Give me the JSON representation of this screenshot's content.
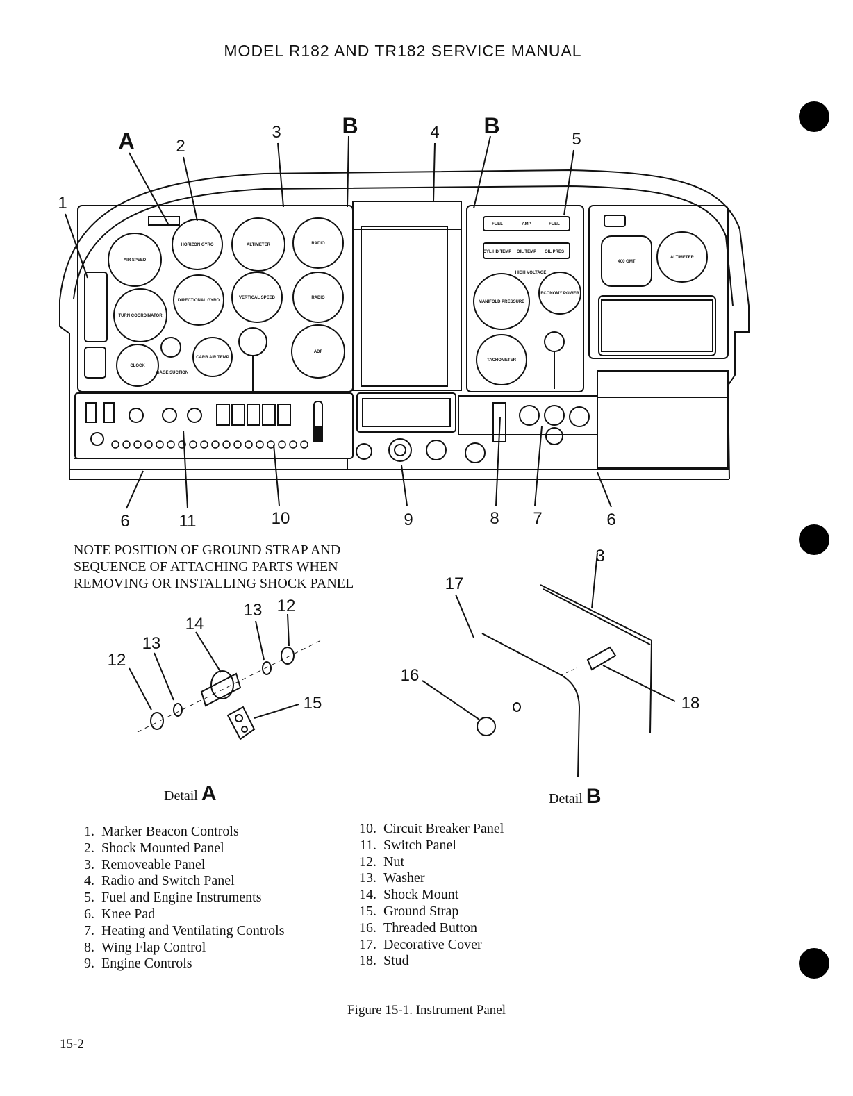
{
  "header": "MODEL R182 AND TR182 SERVICE MANUAL",
  "callouts": {
    "n1": "1",
    "n2": "2",
    "n3": "3",
    "n4": "4",
    "n5": "5",
    "n6a": "6",
    "n6b": "6",
    "n7": "7",
    "n8": "8",
    "n9": "9",
    "n10": "10",
    "n11": "11",
    "detail_a": "A",
    "detail_b_left": "B",
    "detail_b_right": "B"
  },
  "gauges": {
    "air_speed": "AIR SPEED",
    "horizon_gyro": "HORIZON GYRO",
    "altimeter_left": "ALTIMETER",
    "radio_1": "RADIO",
    "turn_coordinator": "TURN COORDINATOR",
    "directional_gyro": "DIRECTIONAL GYRO",
    "vertical_speed": "VERTICAL SPEED",
    "radio_2": "RADIO",
    "clock": "CLOCK",
    "gage_suction": "GAGE SUCTION",
    "carb_air_temp": "CARB AIR TEMP",
    "adf": "ADF",
    "fuel_left": "FUEL",
    "amp": "AMP",
    "fuel_right": "FUEL",
    "cyl_hd_temp": "CYL HD TEMP",
    "oil_temp": "OIL TEMP",
    "oil_press": "OIL PRES",
    "high_voltage": "HIGH VOLTAGE",
    "manifold_pressure": "MANIFOLD PRESSURE",
    "economy_power": "ECONOMY POWER",
    "tachometer": "TACHOMETER",
    "egt_400": "400 GMT",
    "altimeter_right": "ALTIMETER"
  },
  "note": [
    "NOTE POSITION OF GROUND STRAP AND",
    "SEQUENCE OF ATTACHING PARTS WHEN",
    "REMOVING OR INSTALLING SHOCK PANEL"
  ],
  "detail_a_callouts": {
    "n12a": "12",
    "n13a": "13",
    "n14": "14",
    "n13b": "13",
    "n12b": "12",
    "n15": "15"
  },
  "detail_b_callouts": {
    "n3": "3",
    "n17": "17",
    "n16": "16",
    "n18": "18"
  },
  "detail_a_label": {
    "prefix": "Detail",
    "letter": "A"
  },
  "detail_b_label": {
    "prefix": "Detail",
    "letter": "B"
  },
  "legend_left": [
    {
      "num": "1.",
      "text": "Marker Beacon Controls"
    },
    {
      "num": "2.",
      "text": "Shock Mounted Panel"
    },
    {
      "num": "3.",
      "text": "Removeable Panel"
    },
    {
      "num": "4.",
      "text": "Radio and Switch Panel"
    },
    {
      "num": "5.",
      "text": "Fuel and Engine Instruments"
    },
    {
      "num": "6.",
      "text": "Knee Pad"
    },
    {
      "num": "7.",
      "text": "Heating and Ventilating Controls"
    },
    {
      "num": "8.",
      "text": "Wing Flap Control"
    },
    {
      "num": "9.",
      "text": "Engine Controls"
    }
  ],
  "legend_right": [
    {
      "num": "10.",
      "text": "Circuit Breaker Panel"
    },
    {
      "num": "11.",
      "text": "Switch Panel"
    },
    {
      "num": "12.",
      "text": "Nut"
    },
    {
      "num": "13.",
      "text": "Washer"
    },
    {
      "num": "14.",
      "text": "Shock Mount"
    },
    {
      "num": "15.",
      "text": "Ground Strap"
    },
    {
      "num": "16.",
      "text": "Threaded Button"
    },
    {
      "num": "17.",
      "text": "Decorative Cover"
    },
    {
      "num": "18.",
      "text": "Stud"
    }
  ],
  "caption": "Figure 15-1. Instrument Panel",
  "page_number": "15-2"
}
